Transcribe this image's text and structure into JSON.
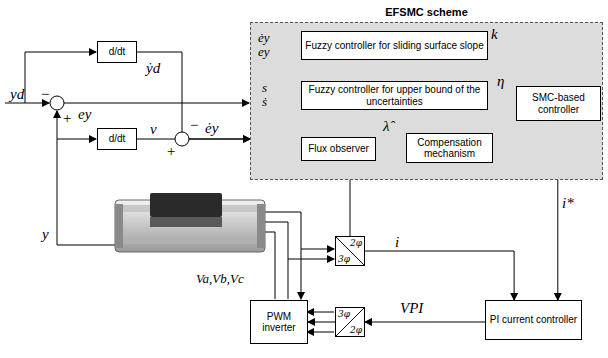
{
  "diagram": {
    "nodes": [
      {
        "text": [
          "EFSMC scheme"
        ]
      },
      {
        "text": [
          "d/dt"
        ]
      },
      {
        "text": [
          "d/dt"
        ]
      },
      {
        "text": [
          "Fuzzy controller for sliding surface slope"
        ],
        "in": 0
      },
      {
        "text": [
          "Fuzzy controller for upper bound of the uncertainties"
        ],
        "in": 0
      },
      {
        "text": [
          "Flux observer"
        ],
        "in": 0
      },
      {
        "text": [
          "Compensation mechanism"
        ],
        "in": 0
      },
      {
        "text": [
          "SMC-based controller"
        ],
        "in": 0
      },
      {
        "text": [
          "2φ",
          "3φ"
        ]
      },
      {
        "text": [
          "PWM inverter"
        ]
      },
      {
        "text": [
          "PI current controller"
        ]
      },
      {
        "text": [
          "3φ",
          "2φ"
        ]
      }
    ],
    "edges": [
      {
        "from": 1,
        "to": 0,
        "arrow": "to"
      },
      {
        "from": 2,
        "to": 0,
        "arrow": "to"
      },
      {
        "from": 3,
        "to": 7,
        "label": "k",
        "arrow": "to"
      },
      {
        "from": 4,
        "to": 7,
        "label": "η",
        "arrow": "to"
      },
      {
        "from": 5,
        "to": 6,
        "label": "λ̂",
        "arrow": "to"
      },
      {
        "from": 6,
        "to": 7,
        "arrow": "to"
      },
      {
        "from": 7,
        "to": 10,
        "label": "i*",
        "arrow": "to"
      },
      {
        "from": 8,
        "to": 10,
        "label": "i",
        "arrow": "to"
      },
      {
        "from": 8,
        "to": 5,
        "arrow": "to"
      },
      {
        "from": 10,
        "to": 11,
        "label": "VPI",
        "arrow": "to"
      },
      {
        "from": 11,
        "to": 9,
        "arrow": "to"
      }
    ],
    "labels": [
      "yd",
      "ẏd",
      "−",
      "+",
      "ey",
      "v",
      "−",
      "+",
      "ėy",
      "y",
      "ėy",
      "ey",
      "s",
      "ṡ",
      "Va,Vb,Vc"
    ]
  }
}
